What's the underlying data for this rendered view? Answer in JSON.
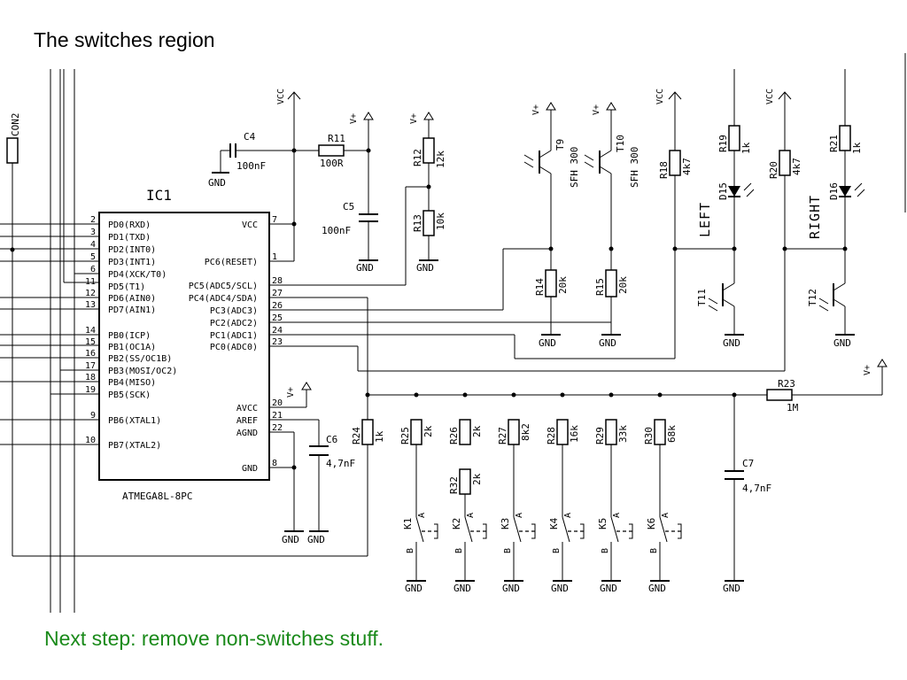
{
  "slide": {
    "title": "The switches region",
    "footer": "Next step: remove non-switches stuff.",
    "footer_color": "#1a8a1a"
  },
  "ic": {
    "name": "IC1",
    "part": "ATMEGA8L-8PC",
    "pins_left": [
      {
        "num": "2",
        "label": "PD0(RXD)"
      },
      {
        "num": "3",
        "label": "PD1(TXD)"
      },
      {
        "num": "4",
        "label": "PD2(INT0)"
      },
      {
        "num": "5",
        "label": "PD3(INT1)"
      },
      {
        "num": "6",
        "label": "PD4(XCK/T0)"
      },
      {
        "num": "11",
        "label": "PD5(T1)"
      },
      {
        "num": "12",
        "label": "PD6(AIN0)"
      },
      {
        "num": "13",
        "label": "PD7(AIN1)"
      },
      {
        "num": "14",
        "label": "PB0(ICP)"
      },
      {
        "num": "15",
        "label": "PB1(OC1A)"
      },
      {
        "num": "16",
        "label": "PB2(SS/OC1B)"
      },
      {
        "num": "17",
        "label": "PB3(MOSI/OC2)"
      },
      {
        "num": "18",
        "label": "PB4(MISO)"
      },
      {
        "num": "19",
        "label": "PB5(SCK)"
      },
      {
        "num": "9",
        "label": "PB6(XTAL1)"
      },
      {
        "num": "10",
        "label": "PB7(XTAL2)"
      }
    ],
    "pins_right": [
      {
        "num": "7",
        "label": "VCC"
      },
      {
        "num": "1",
        "label": "PC6(RESET)"
      },
      {
        "num": "28",
        "label": "PC5(ADC5/SCL)"
      },
      {
        "num": "27",
        "label": "PC4(ADC4/SDA)"
      },
      {
        "num": "26",
        "label": "PC3(ADC3)"
      },
      {
        "num": "25",
        "label": "PC2(ADC2)"
      },
      {
        "num": "24",
        "label": "PC1(ADC1)"
      },
      {
        "num": "23",
        "label": "PC0(ADC0)"
      },
      {
        "num": "20",
        "label": "AVCC"
      },
      {
        "num": "21",
        "label": "AREF"
      },
      {
        "num": "22",
        "label": "AGND"
      },
      {
        "num": "8",
        "label": "GND"
      }
    ]
  },
  "labels": {
    "con": "CON2",
    "vcc": "VCC",
    "vplus": "V+",
    "gnd": "GND",
    "left": "LEFT",
    "right": "RIGHT"
  },
  "components": {
    "C4": {
      "name": "C4",
      "value": "100nF"
    },
    "R11": {
      "name": "R11",
      "value": "100R"
    },
    "C5": {
      "name": "C5",
      "value": "100nF"
    },
    "R12": {
      "name": "R12",
      "value": "12k"
    },
    "R13": {
      "name": "R13",
      "value": "10k"
    },
    "T9": {
      "name": "T9",
      "value": "SFH 300"
    },
    "T10": {
      "name": "T10",
      "value": "SFH 300"
    },
    "R14": {
      "name": "R14",
      "value": "20k"
    },
    "R15": {
      "name": "R15",
      "value": "20k"
    },
    "R18": {
      "name": "R18",
      "value": "4k7"
    },
    "R19": {
      "name": "R19",
      "value": "1k"
    },
    "D15": {
      "name": "D15"
    },
    "T11": {
      "name": "T11"
    },
    "R20": {
      "name": "R20",
      "value": "4k7"
    },
    "R21": {
      "name": "R21",
      "value": "1k"
    },
    "D16": {
      "name": "D16"
    },
    "T12": {
      "name": "T12"
    },
    "R23": {
      "name": "R23",
      "value": "1M"
    },
    "C6": {
      "name": "C6",
      "value": "4,7nF"
    },
    "C7": {
      "name": "C7",
      "value": "4,7nF"
    },
    "R24": {
      "name": "R24",
      "value": "1k"
    },
    "R25": {
      "name": "R25",
      "value": "2k"
    },
    "R26": {
      "name": "R26",
      "value": "2k"
    },
    "R27": {
      "name": "R27",
      "value": "8k2"
    },
    "R28": {
      "name": "R28",
      "value": "16k"
    },
    "R29": {
      "name": "R29",
      "value": "33k"
    },
    "R30": {
      "name": "R30",
      "value": "68k"
    },
    "R32": {
      "name": "R32",
      "value": "2k"
    }
  },
  "switches": [
    {
      "name": "K1",
      "a": "A",
      "b": "B"
    },
    {
      "name": "K2",
      "a": "A",
      "b": "B"
    },
    {
      "name": "K3",
      "a": "A",
      "b": "B"
    },
    {
      "name": "K4",
      "a": "A",
      "b": "B"
    },
    {
      "name": "K5",
      "a": "A",
      "b": "B"
    },
    {
      "name": "K6",
      "a": "A",
      "b": "B"
    }
  ]
}
